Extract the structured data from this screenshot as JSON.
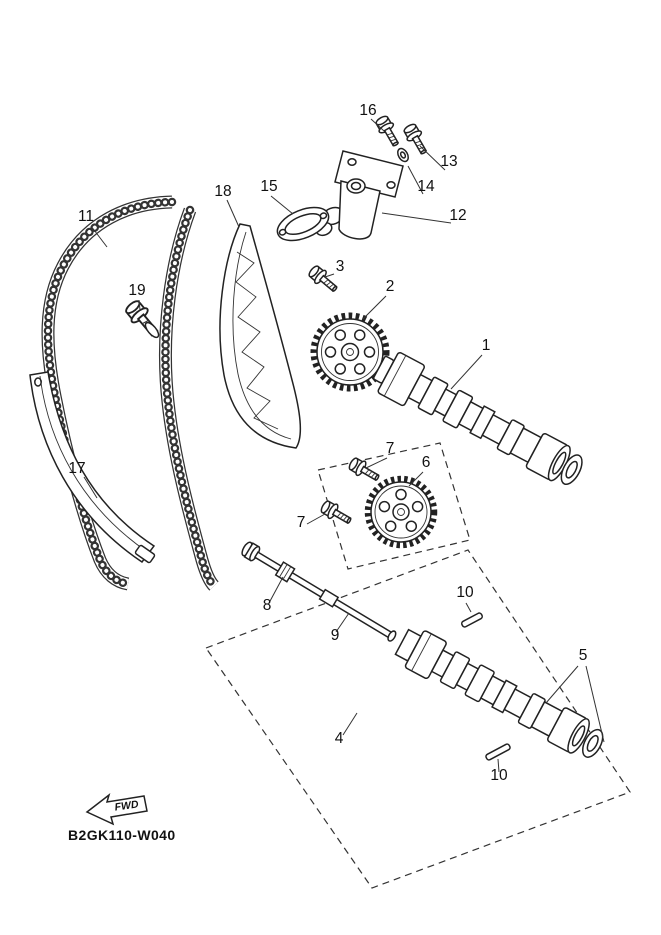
{
  "diagram": {
    "code": "B2GK110-W040",
    "fwd_label": "FWD"
  },
  "part_labels": [
    "16",
    "13",
    "14",
    "12",
    "15",
    "18",
    "11",
    "3",
    "2",
    "19",
    "1",
    "7",
    "6",
    "7",
    "17",
    "8",
    "9",
    "10",
    "5",
    "4",
    "10"
  ]
}
